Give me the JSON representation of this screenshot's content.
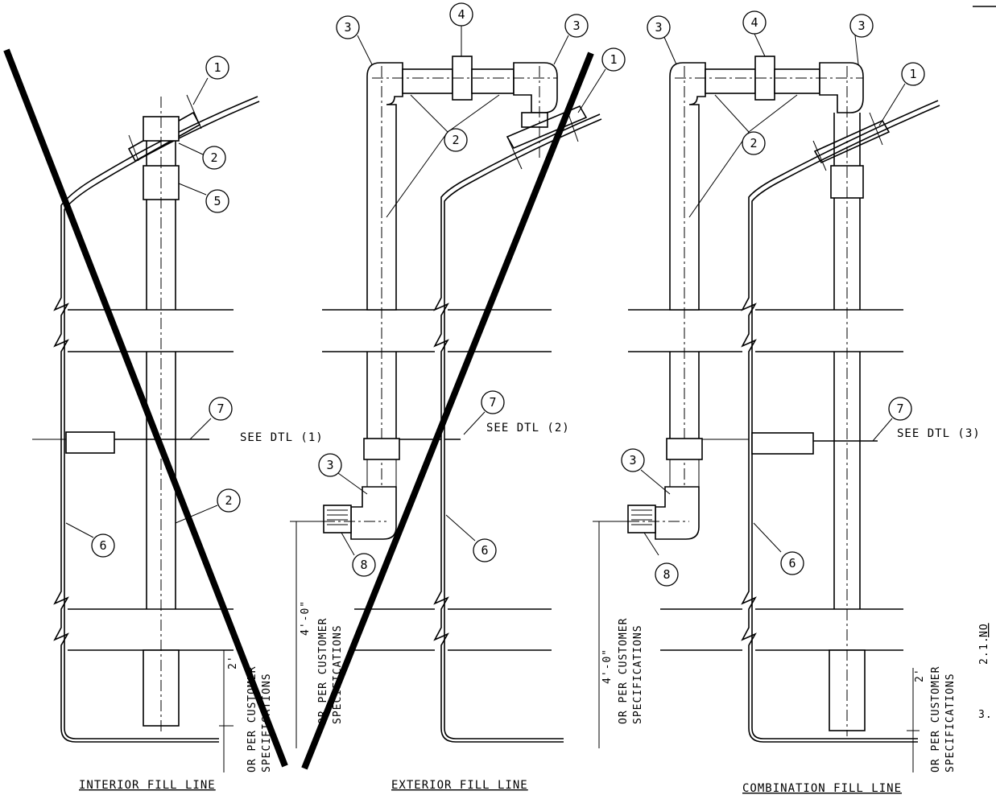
{
  "views": [
    {
      "title": "INTERIOR FILL LINE",
      "detail_ref": "SEE DTL (1)",
      "dim_main": "2'",
      "dim_alt": [
        "OR PER CUSTOMER",
        "SPECIFICATIONS"
      ],
      "crossed_out": true,
      "callouts": [
        "1",
        "2",
        "5",
        "7",
        "2",
        "6"
      ]
    },
    {
      "title": "EXTERIOR FILL LINE",
      "detail_ref": "SEE DTL (2)",
      "dim_main": "4'-0\"",
      "dim_alt": [
        "OR PER CUSTOMER",
        "SPECIFICATIONS"
      ],
      "crossed_out": true,
      "callouts": [
        "3",
        "4",
        "3",
        "1",
        "2",
        "7",
        "3",
        "8",
        "6"
      ]
    },
    {
      "title": "COMBINATION FILL LINE",
      "detail_ref": "SEE DTL (3)",
      "dim_main": "4'-0\"",
      "dim_alt": [
        "OR PER CUSTOMER",
        "SPECIFICATIONS"
      ],
      "dim_secondary": "2'",
      "dim_secondary_alt": [
        "OR PER CUSTOMER",
        "SPECIFICATIONS"
      ],
      "crossed_out": false,
      "callouts": [
        "3",
        "4",
        "3",
        "1",
        "2",
        "7",
        "3",
        "8",
        "6"
      ]
    }
  ],
  "notes": {
    "header": "NO",
    "items": [
      "1.",
      "2.",
      "3."
    ]
  }
}
